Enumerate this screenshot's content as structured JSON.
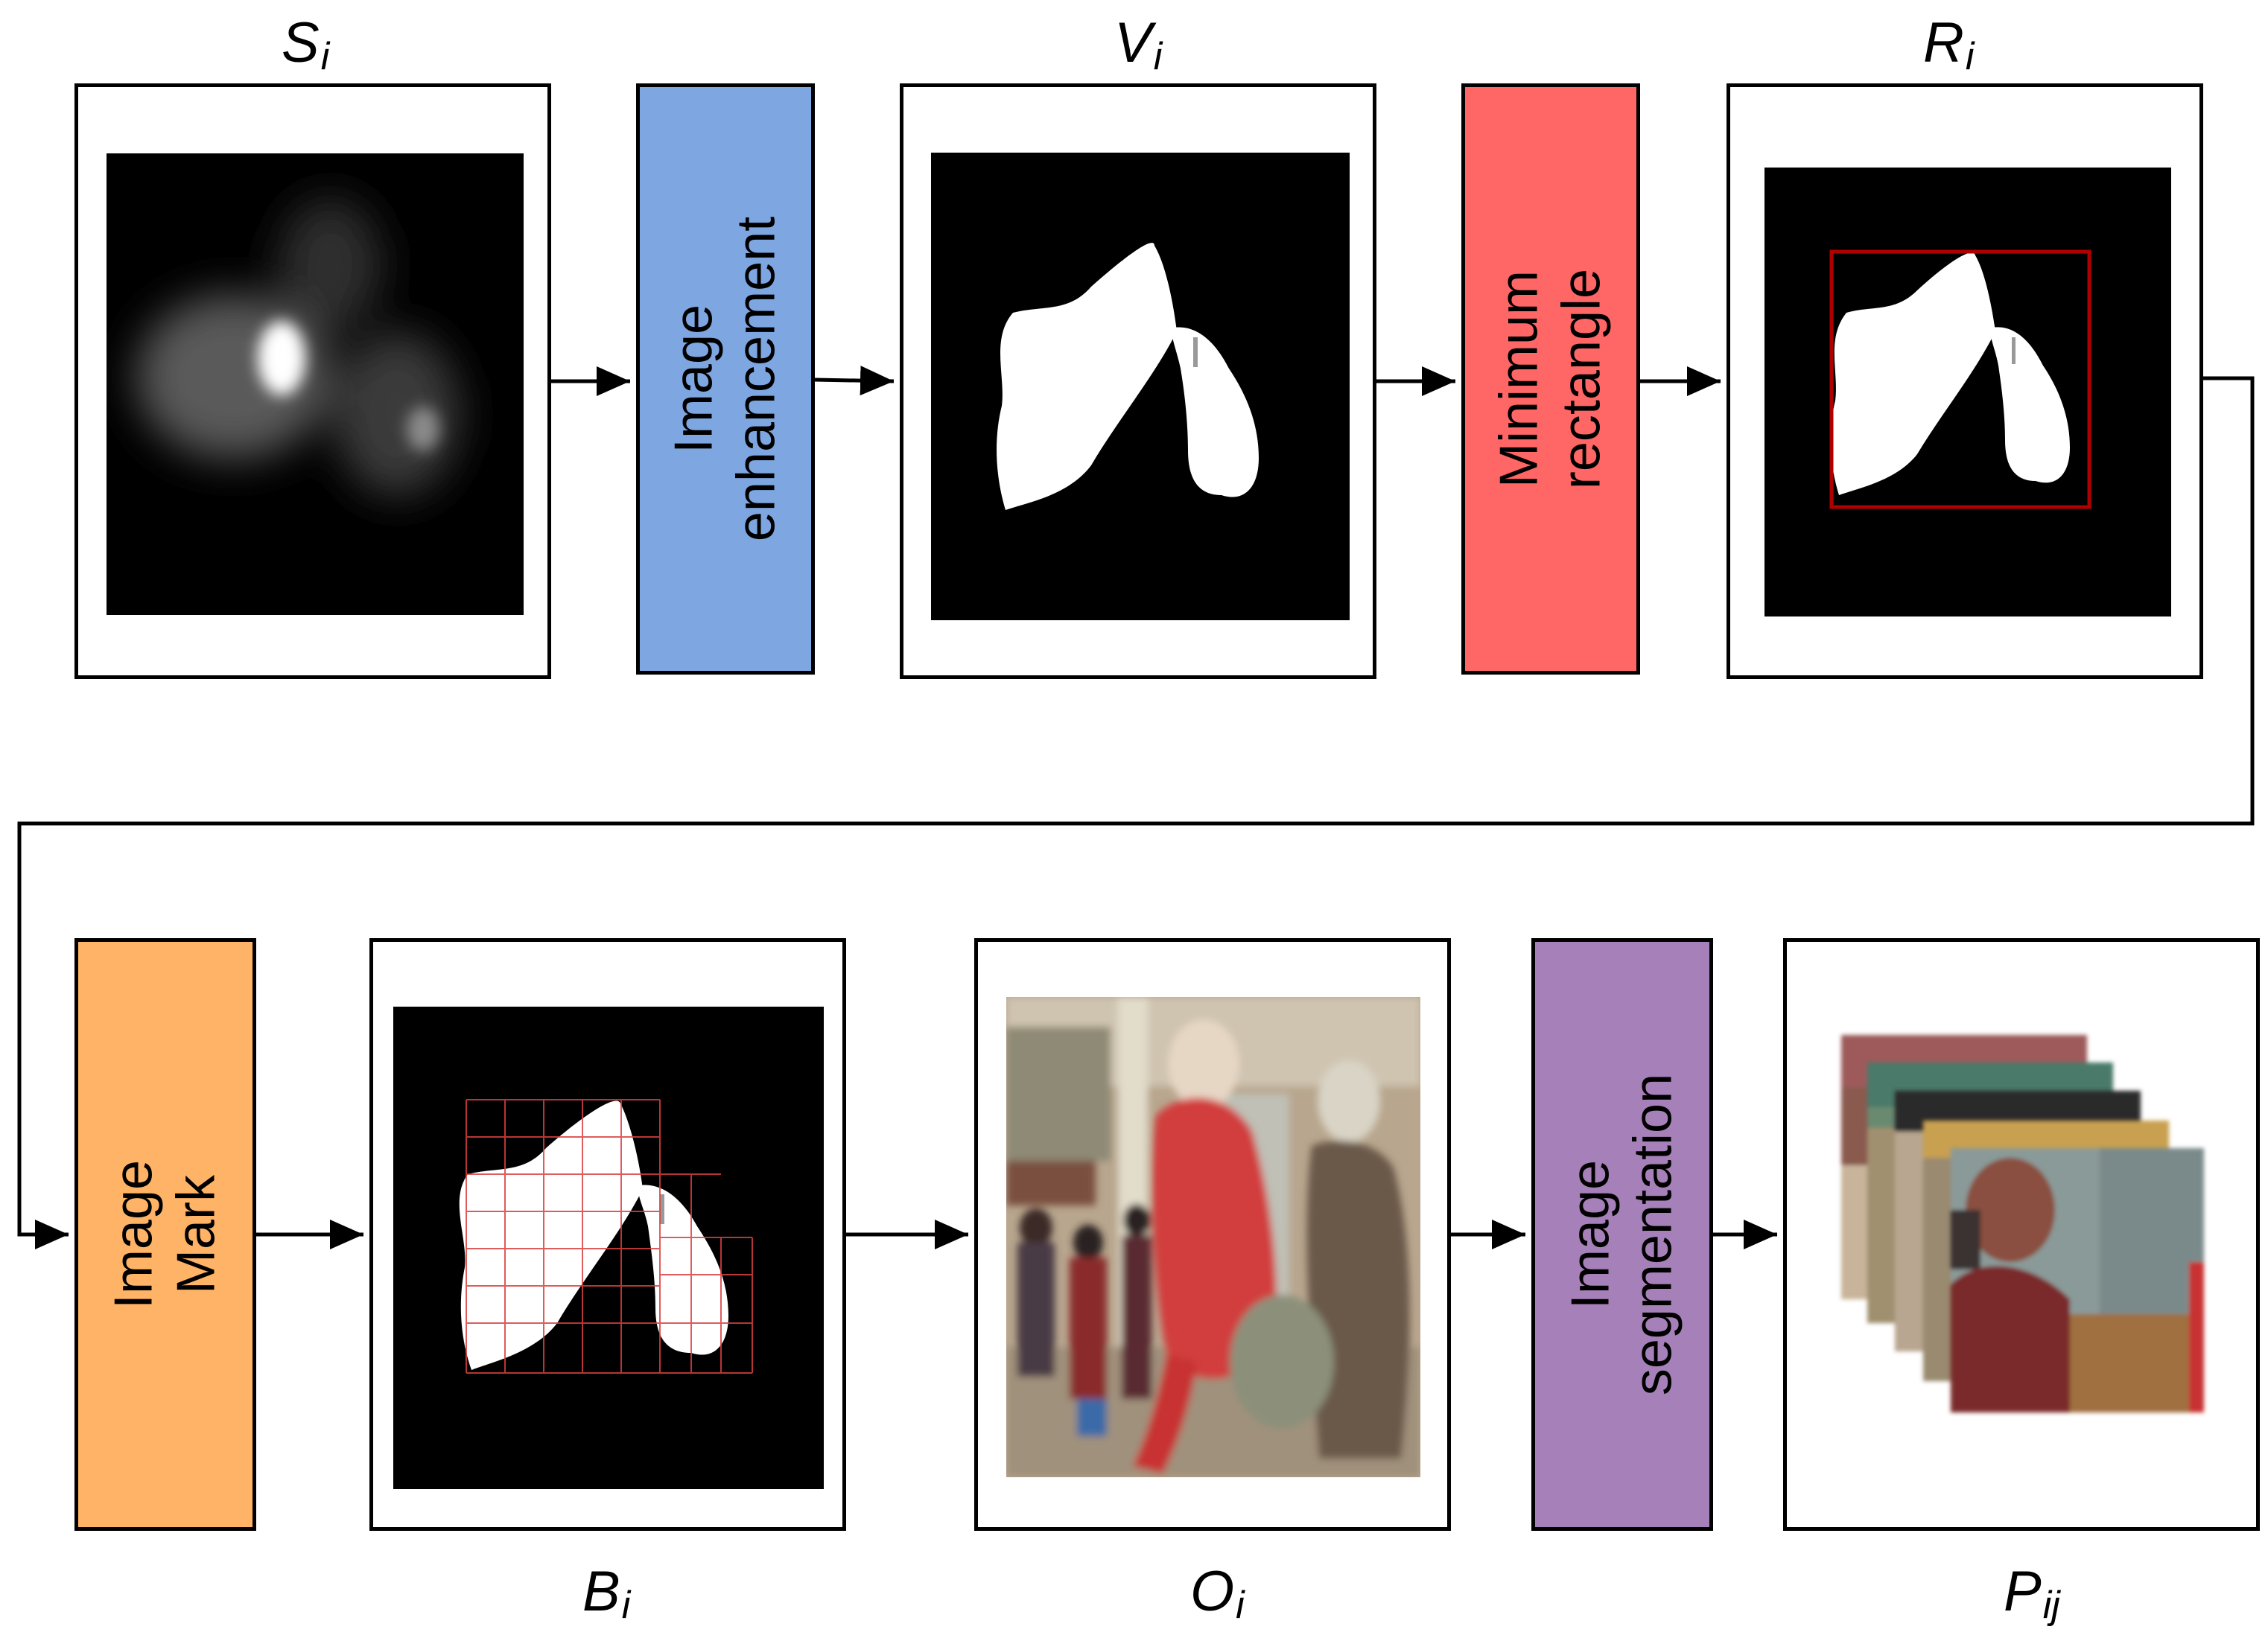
{
  "stages": {
    "s": {
      "var": "S",
      "sub": "i"
    },
    "v": {
      "var": "V",
      "sub": "i"
    },
    "r": {
      "var": "R",
      "sub": "i"
    },
    "b": {
      "var": "B",
      "sub": "i"
    },
    "o": {
      "var": "O",
      "sub": "i"
    },
    "p": {
      "var": "P",
      "sub": "ij"
    }
  },
  "processes": {
    "enhancement": {
      "line1": "Image",
      "line2": "enhancement",
      "color": "#7ea6e0"
    },
    "min_rect": {
      "line1": "Minimum",
      "line2": "rectangle",
      "color": "#ff6666"
    },
    "mark": {
      "line1": "Image",
      "line2": "Mark",
      "color": "#ffb366"
    },
    "segmentation": {
      "line1": "Image",
      "line2": "segmentation",
      "color": "#a680b8"
    }
  },
  "colors": {
    "border": "#000000",
    "mask_fill": "#ffffff",
    "rectangle_stroke": "#b00000",
    "grid_stroke": "#d84040"
  }
}
